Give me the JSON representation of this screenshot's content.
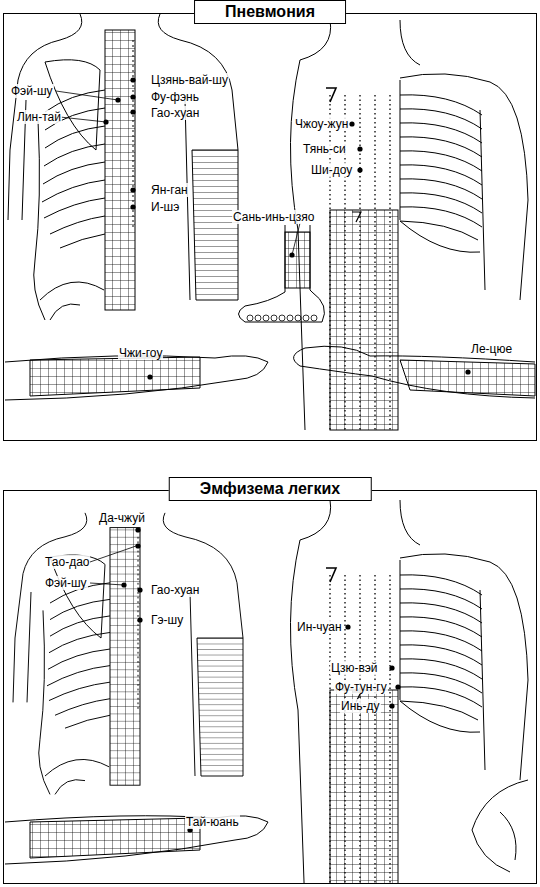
{
  "diagram": {
    "nodes": [
      {
        "text": [
          "Пневмония"
        ]
      },
      {
        "text": [
          "Эмфизема легких"
        ]
      }
    ],
    "labels": [
      "Цзянь-вай-шу",
      "Фу-фэнь",
      "Фэй-шу",
      "Гао-хуан",
      "Лин-тай",
      "Ян-ган",
      "И-шэ",
      "Чжоу-жун",
      "Тянь-си",
      "Ши-доу",
      "Сань-инь-цзяо",
      "Чжи-гоу",
      "Ле-цюе",
      "Да-чжуй",
      "Тао-дао",
      "Фэй-шу",
      "Гао-хуан",
      "Гэ-шу",
      "Ин-чуан",
      "Цзю-вэй",
      "Фу-тун-гу",
      "Инь-ду",
      "Тай-юань"
    ]
  }
}
